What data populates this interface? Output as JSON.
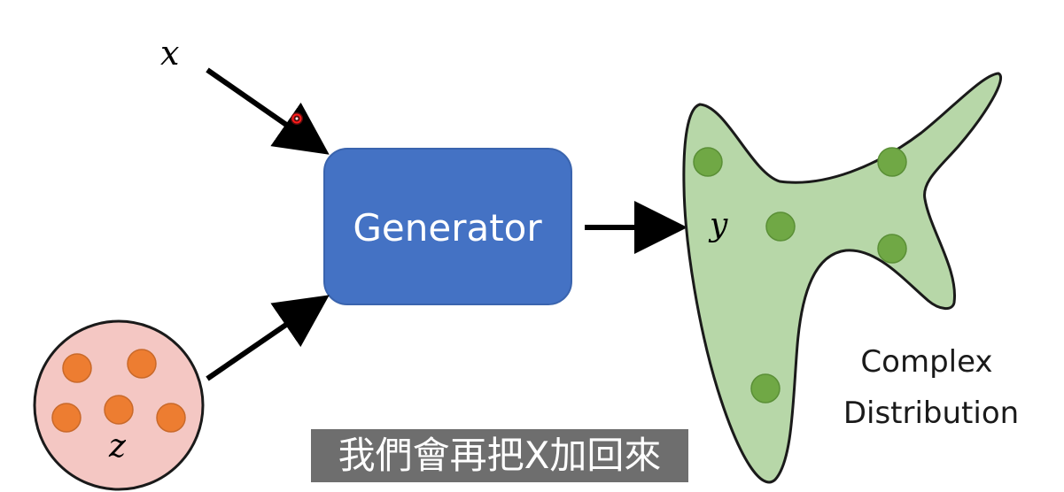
{
  "diagram": {
    "input_x_label": "x",
    "input_z_label": "z",
    "generator_label": "Generator",
    "output_y_label": "y",
    "distribution_label_line1": "Complex",
    "distribution_label_line2": "Distribution"
  },
  "subtitle": {
    "text": "我們會再把X加回來"
  },
  "colors": {
    "generator_box": "#4472c4",
    "generator_text": "#ffffff",
    "z_circle_fill": "#f4c7c3",
    "z_dots": "#ed7d31",
    "distribution_fill": "#b7d7a8",
    "distribution_dots": "#70a845",
    "arrows": "#000000",
    "cursor": "#ff2020"
  }
}
